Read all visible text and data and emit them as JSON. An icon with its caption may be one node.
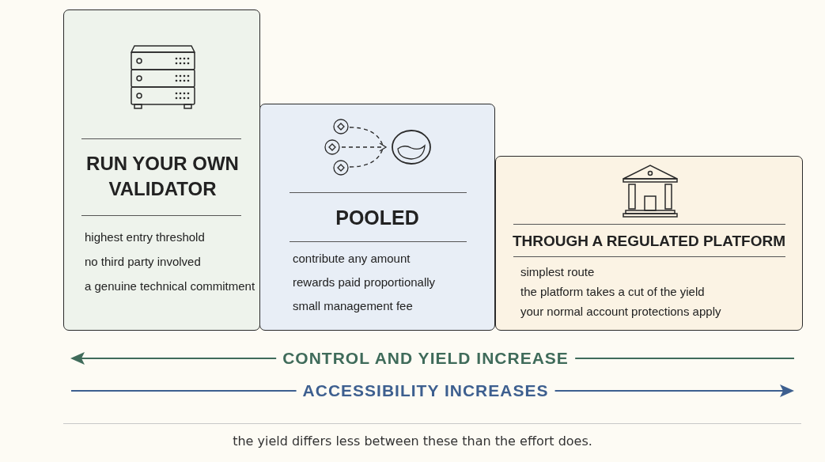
{
  "diagram": {
    "caption": "the yield differs less between these than the effort does.",
    "nodes": [
      {
        "text": [
          "RUN YOUR OWN VALIDATOR",
          "highest entry threshold",
          "no third party involved",
          "a genuine technical commitment"
        ]
      },
      {
        "text": [
          "POOLED",
          "contribute any amount",
          "rewards paid proportionally",
          "small management fee"
        ]
      },
      {
        "text": [
          "THROUGH A REGULATED PLATFORM",
          "simplest route",
          "the platform takes a cut of the yield",
          "your normal account protections apply"
        ]
      }
    ],
    "labels": [
      "CONTROL AND YIELD INCREASE",
      "ACCESSIBILITY INCREASES"
    ]
  }
}
